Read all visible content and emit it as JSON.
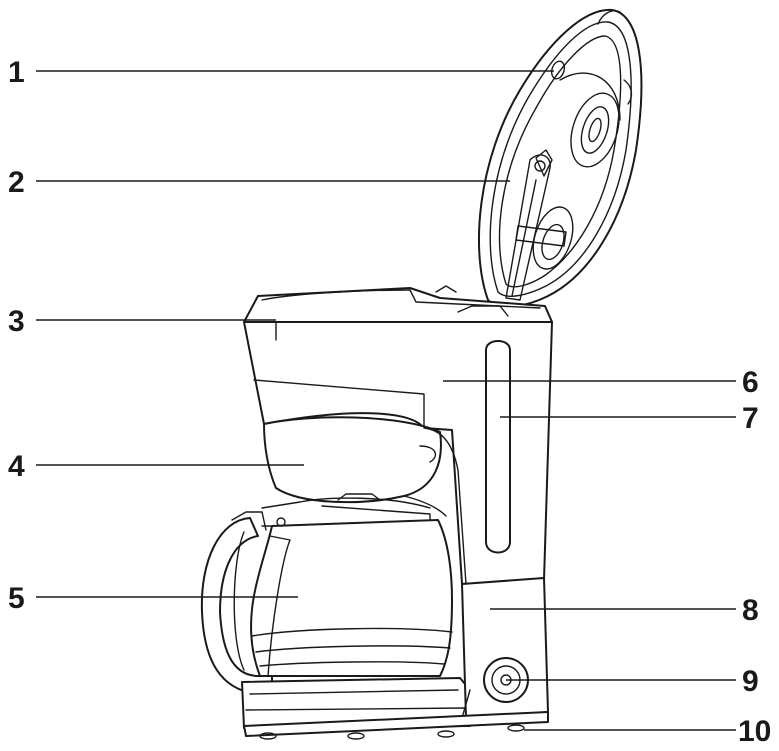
{
  "diagram": {
    "callouts": [
      {
        "id": "1",
        "side": "left"
      },
      {
        "id": "2",
        "side": "left"
      },
      {
        "id": "3",
        "side": "left"
      },
      {
        "id": "4",
        "side": "left"
      },
      {
        "id": "5",
        "side": "left"
      },
      {
        "id": "6",
        "side": "right"
      },
      {
        "id": "7",
        "side": "right"
      },
      {
        "id": "8",
        "side": "right"
      },
      {
        "id": "9",
        "side": "right"
      },
      {
        "id": "10",
        "side": "right"
      }
    ],
    "colors": {
      "line": "#1a1a1a",
      "background": "#ffffff"
    }
  }
}
